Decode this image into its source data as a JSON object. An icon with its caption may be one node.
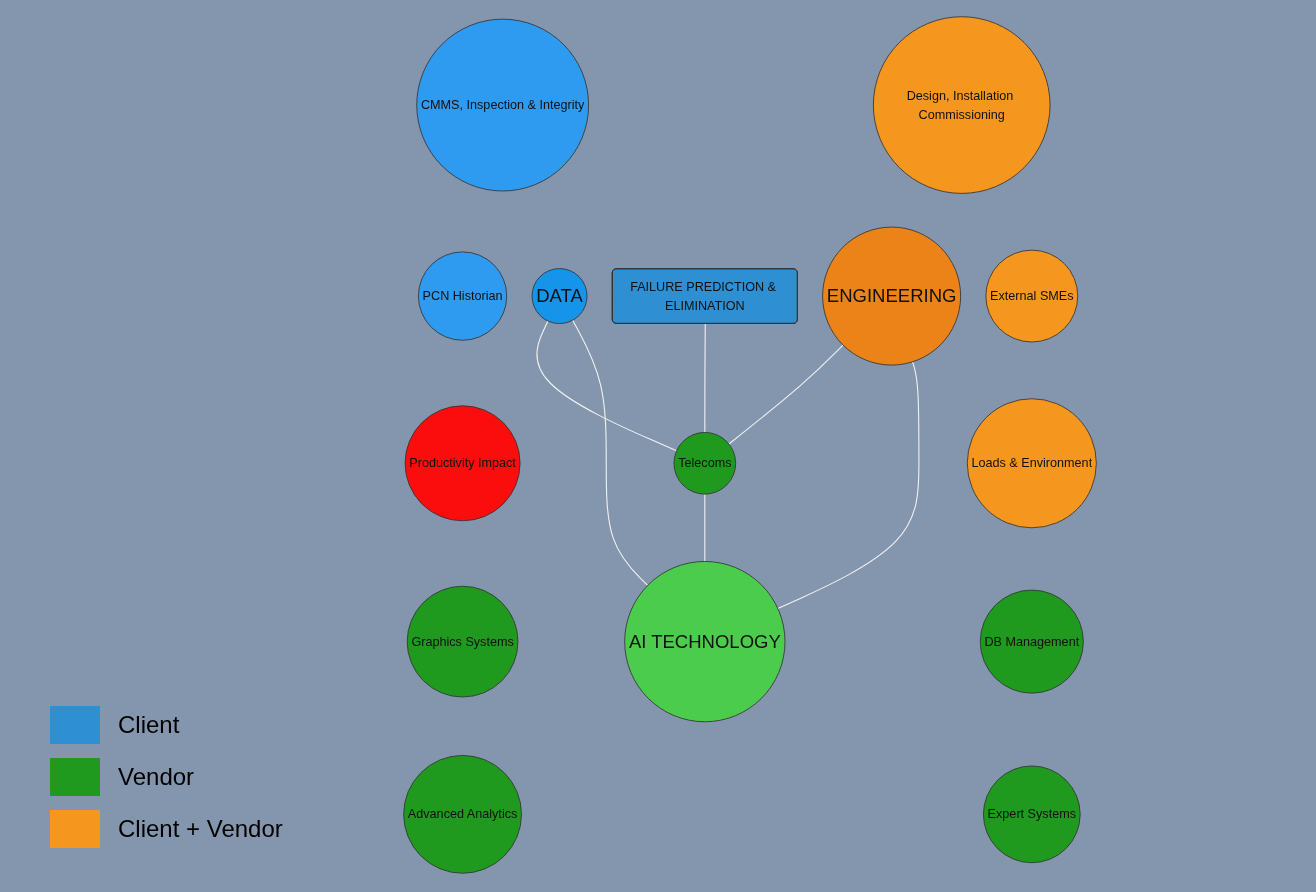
{
  "diagram": {
    "nodes": [
      {
        "text": [
          "CMMS, Inspection & Integrity"
        ]
      },
      {
        "text": [
          "Design, Installation Commissioning"
        ]
      },
      {
        "text": [
          "FAILURE PREDICTION & ELIMINATION"
        ]
      },
      {
        "text": [
          "PCN Historian"
        ]
      },
      {
        "text": [
          "DATA"
        ]
      },
      {
        "text": [
          "ENGINEERING"
        ]
      },
      {
        "text": [
          "External SMEs"
        ]
      },
      {
        "text": [
          "Productivity Impact"
        ]
      },
      {
        "text": [
          "Loads & Environment"
        ]
      },
      {
        "text": [
          "Telecoms"
        ]
      },
      {
        "text": [
          "Graphics Systems"
        ]
      },
      {
        "text": [
          "DB Management"
        ]
      },
      {
        "text": [
          "AI TECHNOLOGY"
        ]
      },
      {
        "text": [
          "Advanced Analytics"
        ]
      },
      {
        "text": [
          "Expert Systems"
        ]
      }
    ],
    "edges": [
      {
        "from": 4,
        "to": 9,
        "arrow": "none"
      },
      {
        "from": 4,
        "to": 12,
        "arrow": "none"
      },
      {
        "from": 2,
        "to": 9,
        "arrow": "none"
      },
      {
        "from": 5,
        "to": 9,
        "arrow": "none"
      },
      {
        "from": 5,
        "to": 12,
        "arrow": "none"
      },
      {
        "from": 9,
        "to": 12,
        "arrow": "none"
      }
    ],
    "legend": [
      {
        "text": "Client",
        "color": "#2e8fd3"
      },
      {
        "text": "Vendor",
        "color": "#1f9a1f"
      },
      {
        "text": "Client + Vendor",
        "color": "#f5961e"
      }
    ]
  }
}
